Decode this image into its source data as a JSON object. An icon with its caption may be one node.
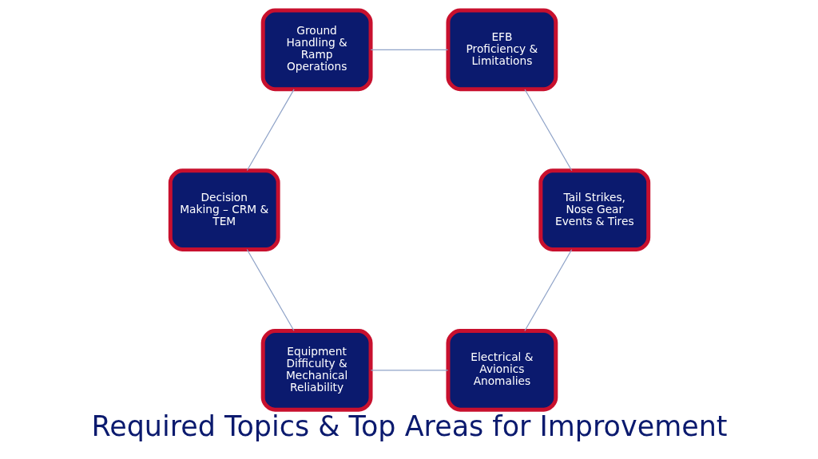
{
  "diagram": {
    "title": "Required Topics & Top Areas for Improvement",
    "nodes": [
      {
        "text": [
          "Electrical & Avionics Anomalies"
        ]
      },
      {
        "text": [
          "Equipment Difficulty & Mechanical Reliability"
        ]
      },
      {
        "text": [
          "Decision Making – CRM & TEM"
        ]
      },
      {
        "text": [
          "Ground Handling & Ramp Operations"
        ]
      },
      {
        "text": [
          "EFB Proficiency & Limitations"
        ]
      },
      {
        "text": [
          "Tail Strikes, Nose Gear Events & Tires"
        ]
      }
    ],
    "edges": [
      {
        "from": 0,
        "to": 1,
        "arrow": "none"
      },
      {
        "from": 1,
        "to": 2,
        "arrow": "none"
      },
      {
        "from": 2,
        "to": 3,
        "arrow": "none"
      },
      {
        "from": 3,
        "to": 4,
        "arrow": "none"
      },
      {
        "from": 4,
        "to": 5,
        "arrow": "none"
      },
      {
        "from": 5,
        "to": 0,
        "arrow": "none"
      }
    ]
  }
}
